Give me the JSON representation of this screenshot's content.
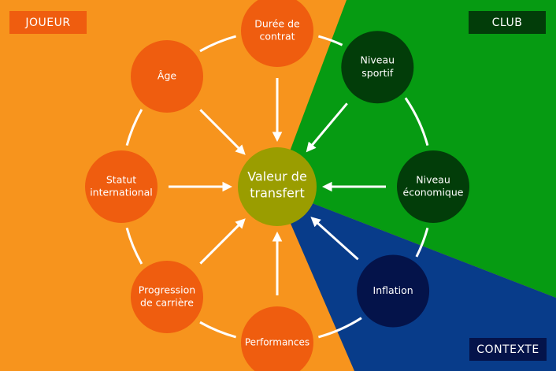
{
  "regions": {
    "joueur": {
      "label": "JOUEUR",
      "color": "#f7941d",
      "tag_color": "#ef5d0f"
    },
    "club": {
      "label": "CLUB",
      "color": "#069b12",
      "tag_color": "#023d09"
    },
    "contexte": {
      "label": "CONTEXTE",
      "color": "#083c8a",
      "tag_color": "#04134a"
    }
  },
  "center": {
    "label": [
      "Valeur de",
      "transfert"
    ],
    "color": "#9a9d00"
  },
  "nodes": [
    {
      "id": "duree-de-contrat",
      "label": [
        "Durée de",
        "contrat"
      ],
      "group": "joueur",
      "color": "#ef5d0f"
    },
    {
      "id": "age",
      "label": [
        "Âge"
      ],
      "group": "joueur",
      "color": "#ef5d0f"
    },
    {
      "id": "statut-international",
      "label": [
        "Statut",
        "international"
      ],
      "group": "joueur",
      "color": "#ef5d0f"
    },
    {
      "id": "progression-de-carriere",
      "label": [
        "Progression",
        "de carrière"
      ],
      "group": "joueur",
      "color": "#ef5d0f"
    },
    {
      "id": "performances",
      "label": [
        "Performances"
      ],
      "group": "joueur",
      "color": "#ef5d0f"
    },
    {
      "id": "niveau-sportif",
      "label": [
        "Niveau",
        "sportif"
      ],
      "group": "club",
      "color": "#023d09"
    },
    {
      "id": "niveau-economique",
      "label": [
        "Niveau",
        "économique"
      ],
      "group": "club",
      "color": "#023d09"
    },
    {
      "id": "inflation",
      "label": [
        "Inflation"
      ],
      "group": "contexte",
      "color": "#04134a"
    }
  ],
  "ring_color": "#ffffff",
  "arrow_color": "#ffffff"
}
